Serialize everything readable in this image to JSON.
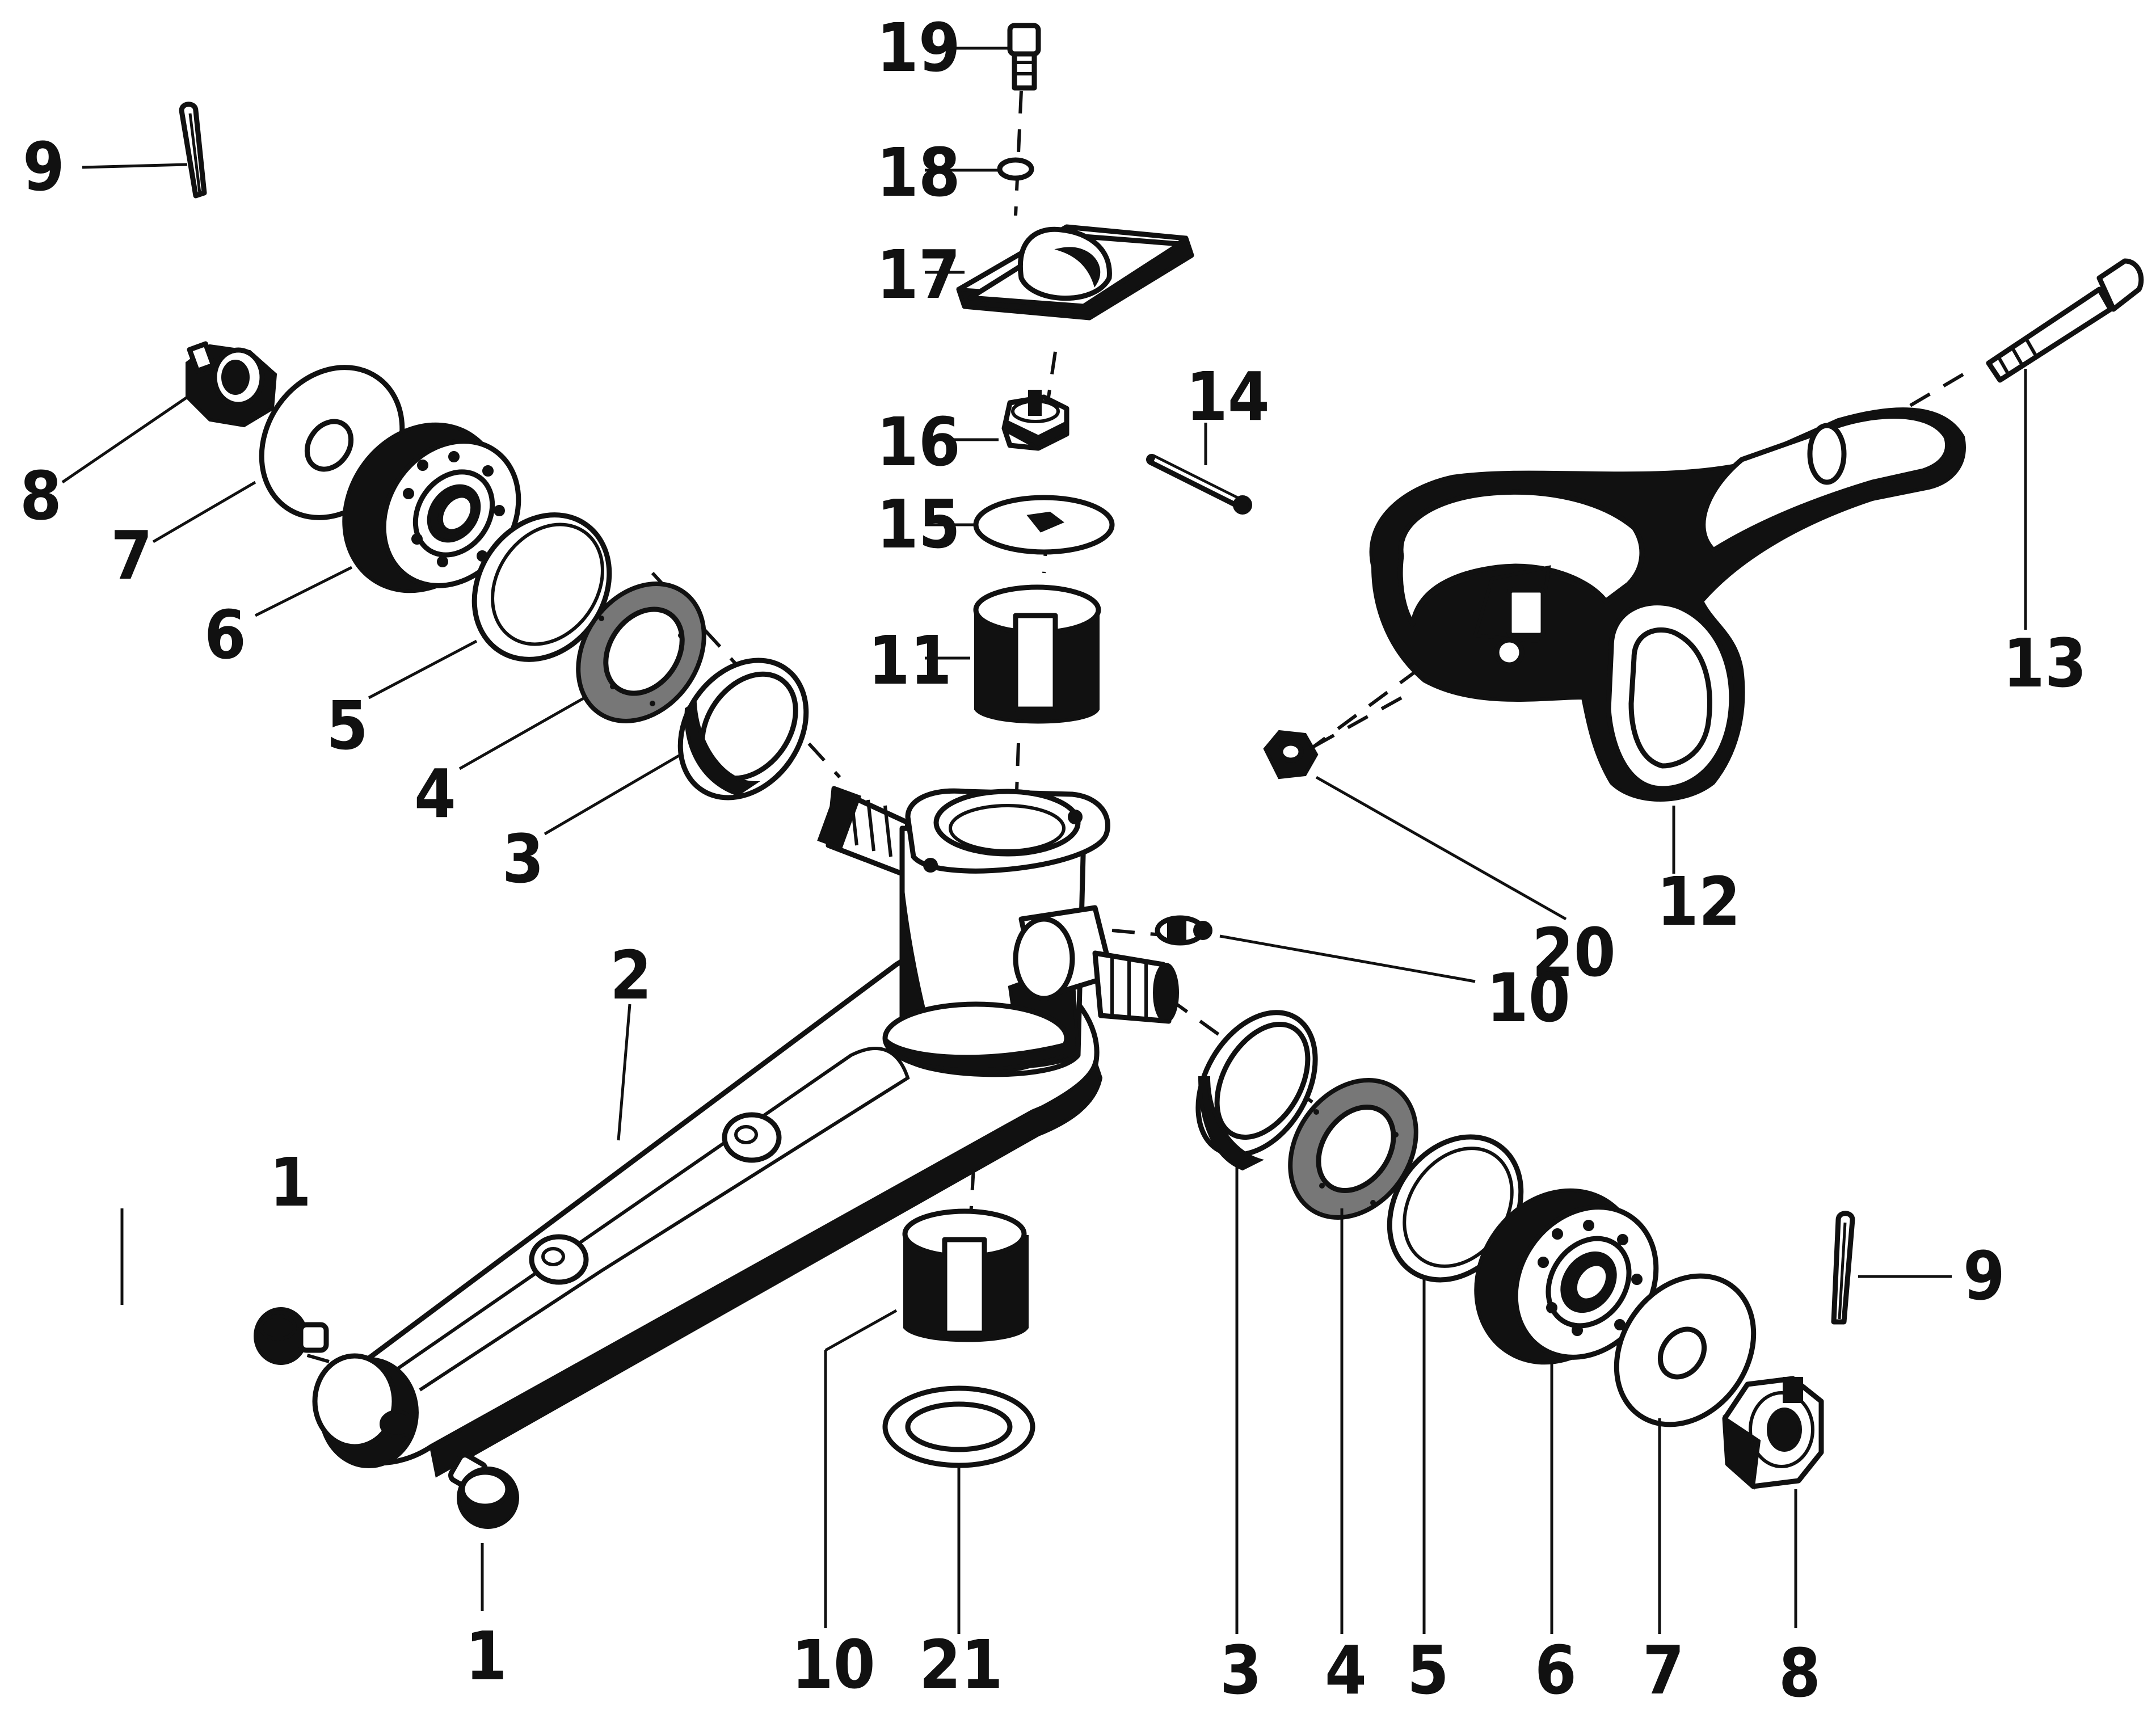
{
  "diagram": {
    "part_labels": [
      {
        "id": "l1a",
        "text": "1"
      },
      {
        "id": "l1b",
        "text": "1"
      },
      {
        "id": "l2",
        "text": "2"
      },
      {
        "id": "l3a",
        "text": "3"
      },
      {
        "id": "l3b",
        "text": "3"
      },
      {
        "id": "l4a",
        "text": "4"
      },
      {
        "id": "l4b",
        "text": "4"
      },
      {
        "id": "l5a",
        "text": "5"
      },
      {
        "id": "l5b",
        "text": "5"
      },
      {
        "id": "l6a",
        "text": "6"
      },
      {
        "id": "l6b",
        "text": "6"
      },
      {
        "id": "l7a",
        "text": "7"
      },
      {
        "id": "l7b",
        "text": "7"
      },
      {
        "id": "l8a",
        "text": "8"
      },
      {
        "id": "l8b",
        "text": "8"
      },
      {
        "id": "l9a",
        "text": "9"
      },
      {
        "id": "l9b",
        "text": "9"
      },
      {
        "id": "l10a",
        "text": "10"
      },
      {
        "id": "l10b",
        "text": "10"
      },
      {
        "id": "l11",
        "text": "11"
      },
      {
        "id": "l12",
        "text": "12"
      },
      {
        "id": "l13",
        "text": "13"
      },
      {
        "id": "l14",
        "text": "14"
      },
      {
        "id": "l15",
        "text": "15"
      },
      {
        "id": "l16",
        "text": "16"
      },
      {
        "id": "l17",
        "text": "17"
      },
      {
        "id": "l18",
        "text": "18"
      },
      {
        "id": "l19",
        "text": "19"
      },
      {
        "id": "l20",
        "text": "20"
      },
      {
        "id": "l21",
        "text": "21"
      }
    ]
  }
}
